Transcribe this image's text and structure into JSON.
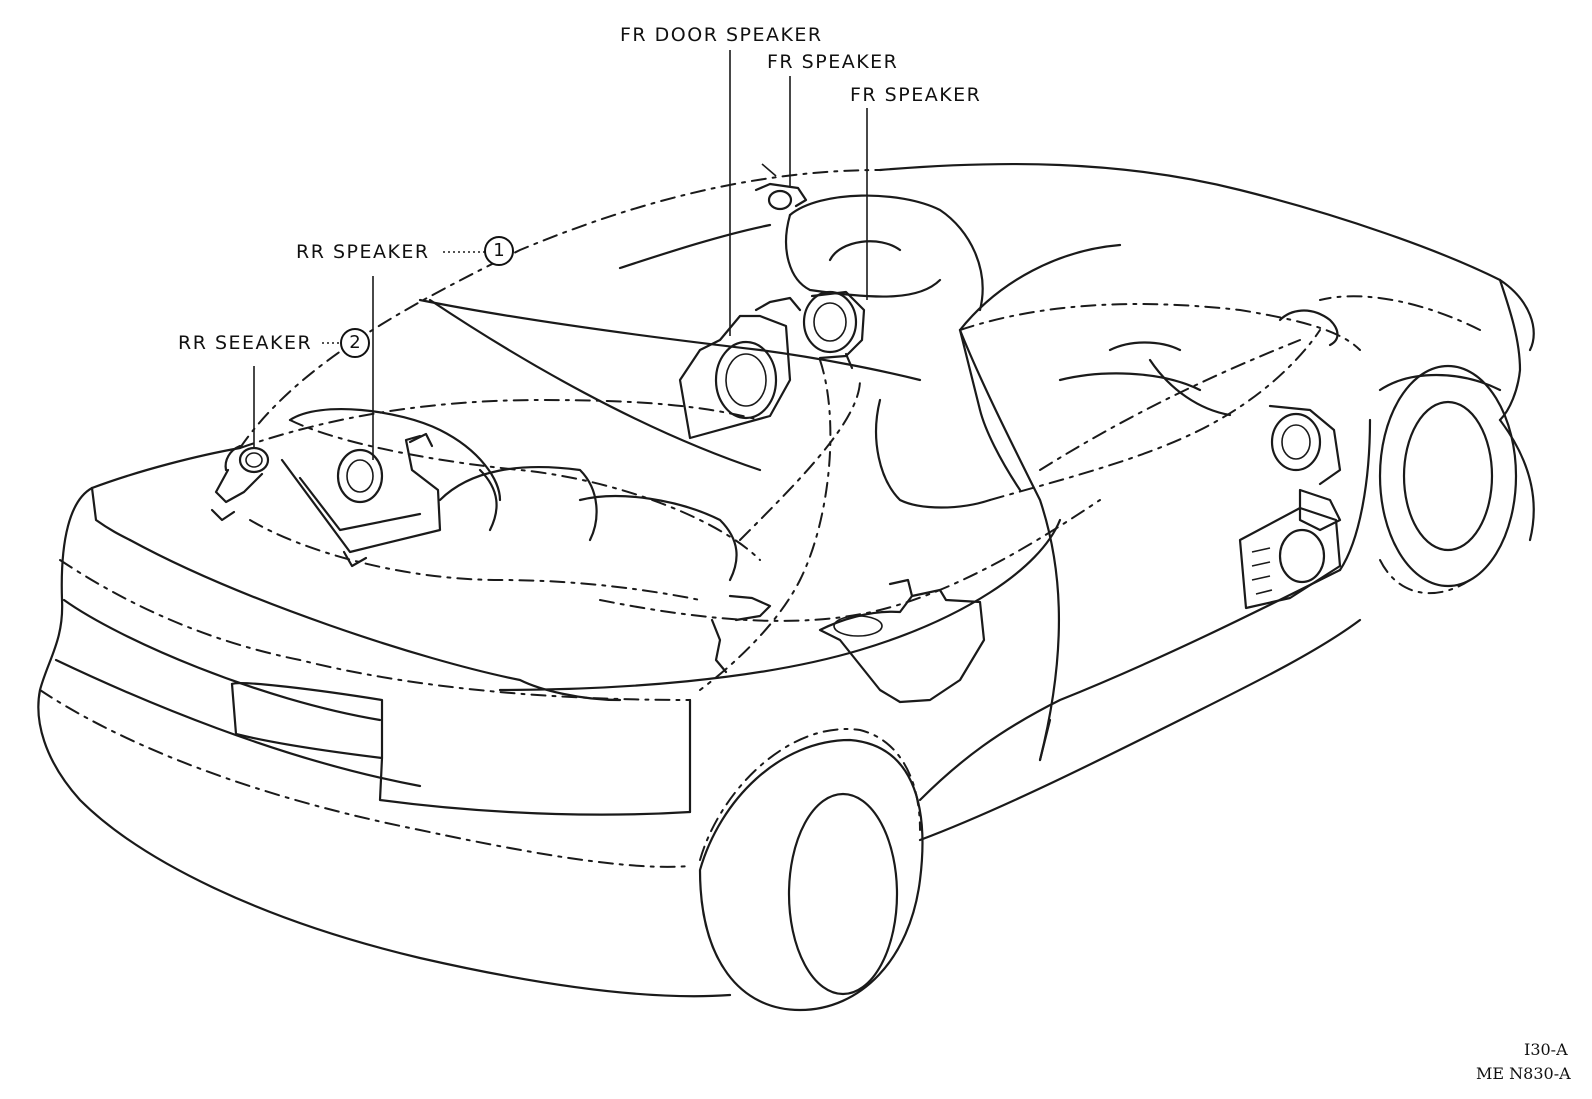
{
  "labels": {
    "fr_door_speaker": "FR DOOR SPEAKER",
    "fr_speaker_1": "FR SPEAKER",
    "fr_speaker_2": "FR SPEAKER",
    "rr_speaker_1": "RR SPEAKER",
    "rr_speaker_2": "RR SEEAKER",
    "callout_1": "1",
    "callout_2": "2"
  },
  "codes": {
    "top": "I30-A",
    "bottom": "ME N830-A"
  }
}
